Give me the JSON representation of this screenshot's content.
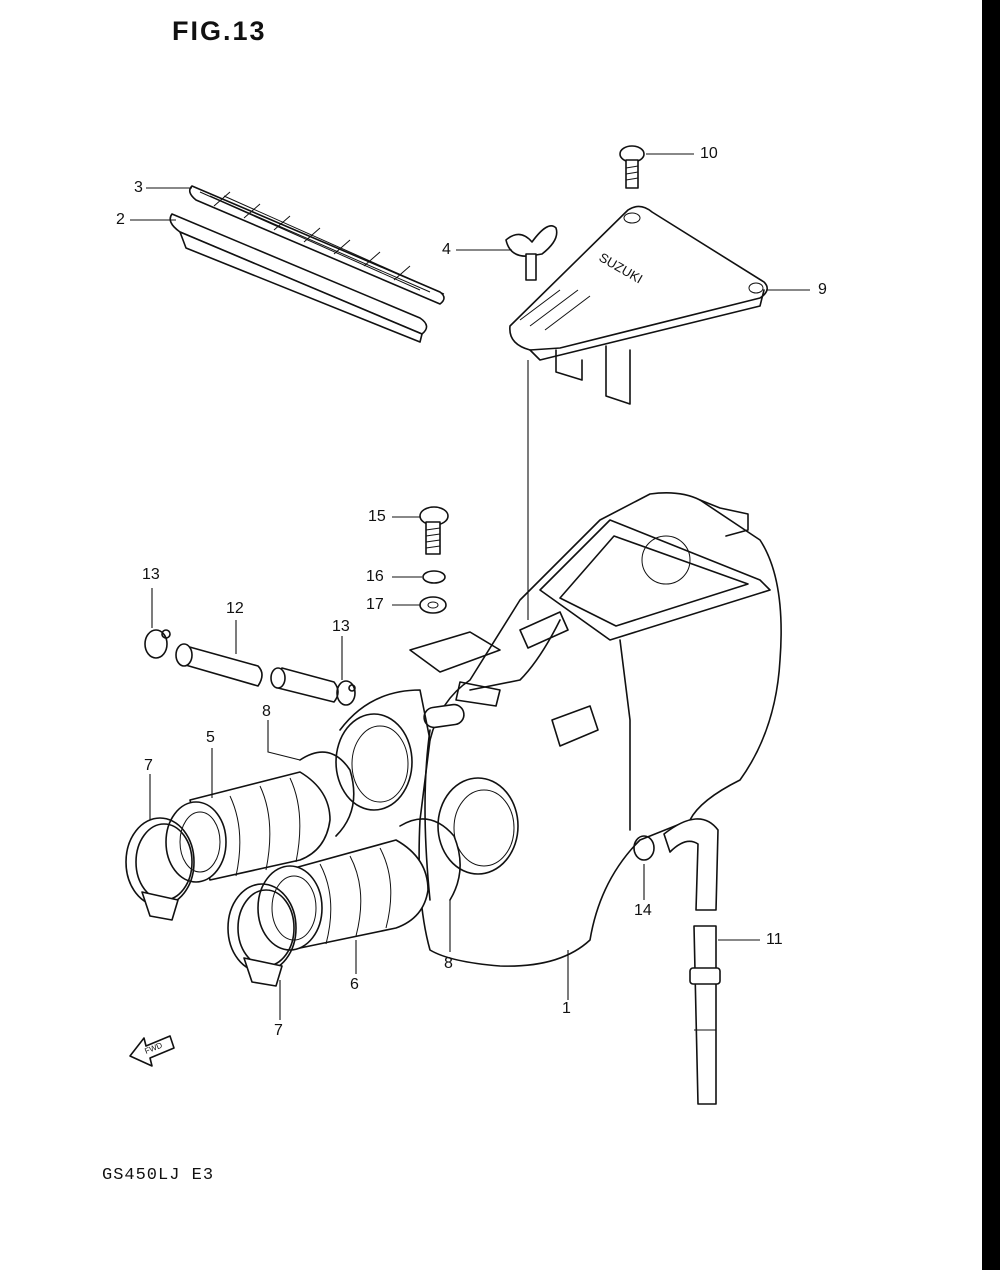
{
  "figure": {
    "title": "FIG.13",
    "model": "GS450LJ  E3"
  },
  "callouts": {
    "c1": "1",
    "c2": "2",
    "c3": "3",
    "c4": "4",
    "c5": "5",
    "c6": "6",
    "c7a": "7",
    "c7b": "7",
    "c8a": "8",
    "c8b": "8",
    "c9": "9",
    "c10": "10",
    "c11": "11",
    "c12": "12",
    "c13a": "13",
    "c13b": "13",
    "c14": "14",
    "c15": "15",
    "c16": "16",
    "c17": "17"
  },
  "cover_marking": "SUZUKI",
  "fwd_arrow_label": "FWD"
}
